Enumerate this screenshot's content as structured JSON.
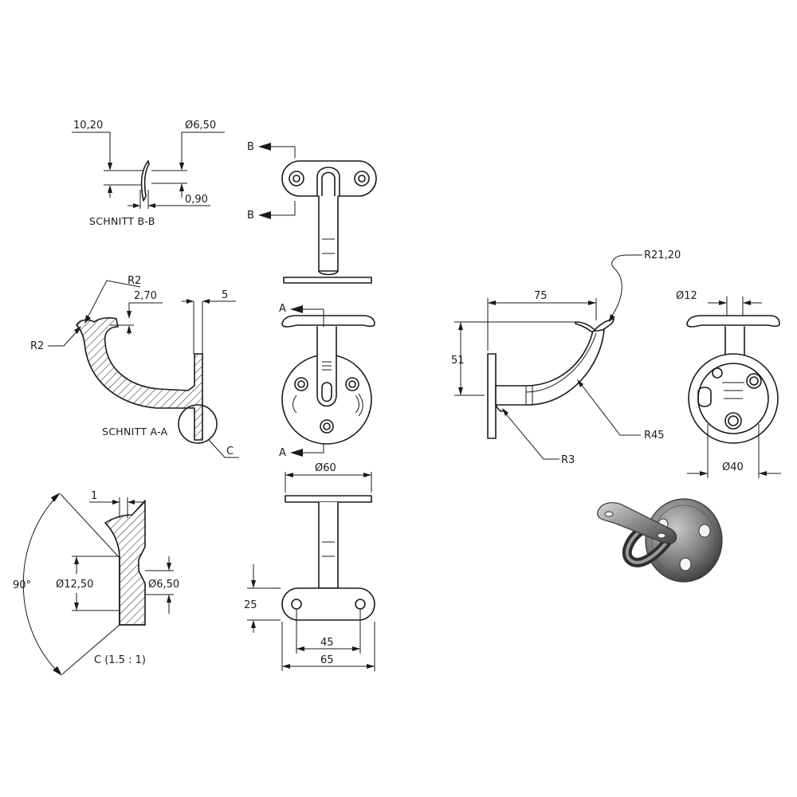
{
  "drawing": {
    "section_bb": {
      "title": "SCHNITT B-B",
      "dim_10_20": "10,20",
      "dim_dia_6_50": "Ø6,50",
      "dim_0_90": "0,90"
    },
    "top_view": {
      "label_b_top": "B",
      "label_b_bottom": "B"
    },
    "section_aa": {
      "title": "SCHNITT A-A",
      "r2_top": "R2",
      "r2_left": "R2",
      "dim_2_70": "2,70",
      "dim_5": "5",
      "detail_ref": "C"
    },
    "front_view": {
      "label_a_top": "A",
      "label_a_bottom": "A"
    },
    "bottom_view": {
      "dim_dia_60": "Ø60",
      "dim_25": "25",
      "dim_45": "45",
      "dim_65": "65"
    },
    "detail_c": {
      "title": "C (1.5 : 1)",
      "dim_1": "1",
      "dim_90": "90°",
      "dim_dia_12_50": "Ø12,50",
      "dim_dia_6_50": "Ø6,50"
    },
    "side_view": {
      "dim_r21_20": "R21,20",
      "dim_75": "75",
      "dim_51": "51",
      "dim_r45": "R45",
      "dim_r3": "R3"
    },
    "right_view": {
      "dim_dia_12": "Ø12",
      "dim_dia_40": "Ø40"
    }
  }
}
